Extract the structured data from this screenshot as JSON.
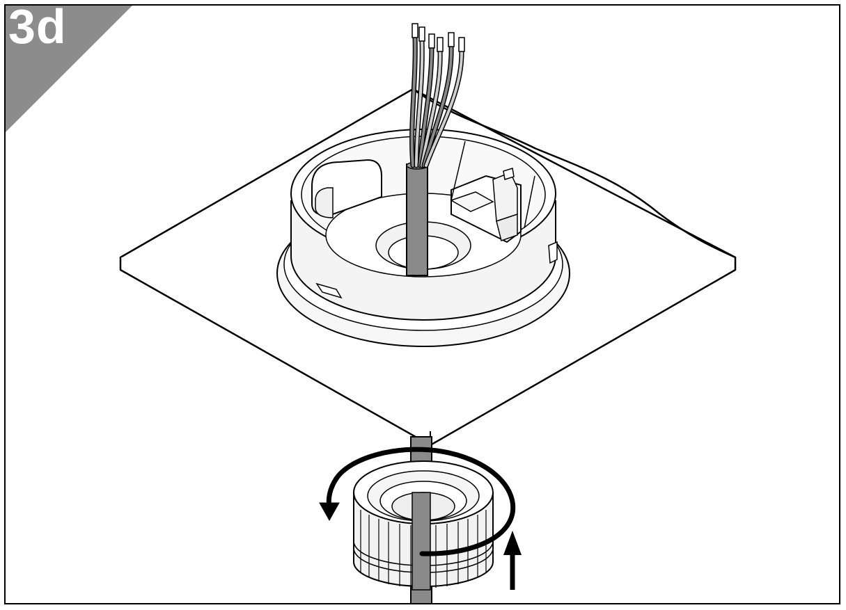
{
  "step": {
    "label": "3d",
    "badge_color": "#8c8c8c"
  },
  "colors": {
    "line": "#000000",
    "fill_light": "#ffffff",
    "fill_part": "#f4f4f4",
    "cable_gray": "#8a8a8a",
    "wire_light": "#bdbdbd"
  },
  "illustration": {
    "parts": [
      "mounting-plate",
      "detector-base",
      "cable",
      "wires",
      "gland-nut",
      "rotation-arrow",
      "push-up-arrow"
    ]
  }
}
